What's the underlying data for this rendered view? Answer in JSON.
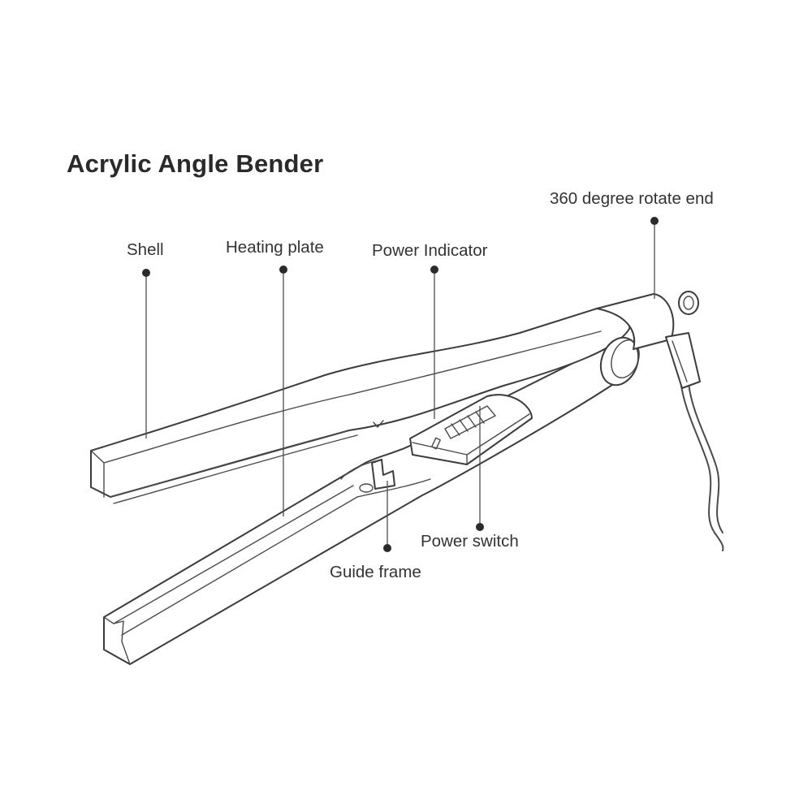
{
  "title": "Acrylic Angle Bender",
  "callouts": {
    "rotate_end": "360 degree rotate end",
    "shell": "Shell",
    "heating_plate": "Heating plate",
    "power_indicator": "Power Indicator",
    "power_switch": "Power switch",
    "guide_frame": "Guide frame"
  }
}
